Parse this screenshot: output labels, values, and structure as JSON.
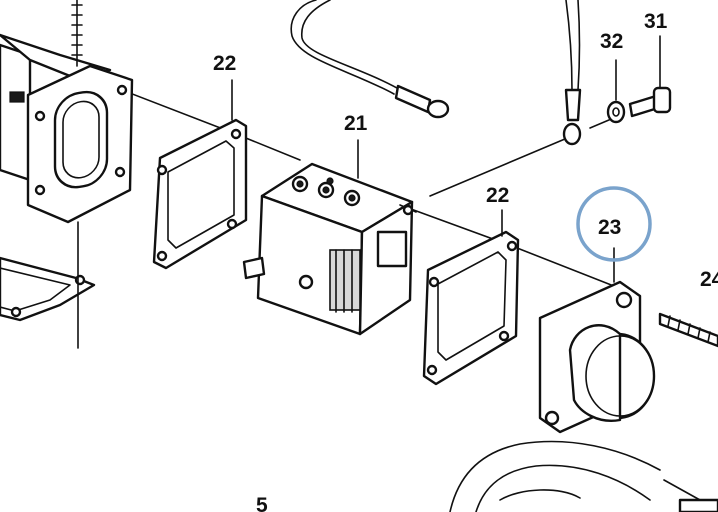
{
  "callouts": [
    {
      "id": "22a",
      "text": "22"
    },
    {
      "id": "21",
      "text": "21"
    },
    {
      "id": "32",
      "text": "32"
    },
    {
      "id": "31",
      "text": "31"
    },
    {
      "id": "22b",
      "text": "22"
    },
    {
      "id": "23",
      "text": "23",
      "highlighted": true
    },
    {
      "id": "24",
      "text": "24"
    },
    {
      "id": "5",
      "text": "5"
    }
  ],
  "highlight_color": "#7aa3cc",
  "line_color": "#111111"
}
